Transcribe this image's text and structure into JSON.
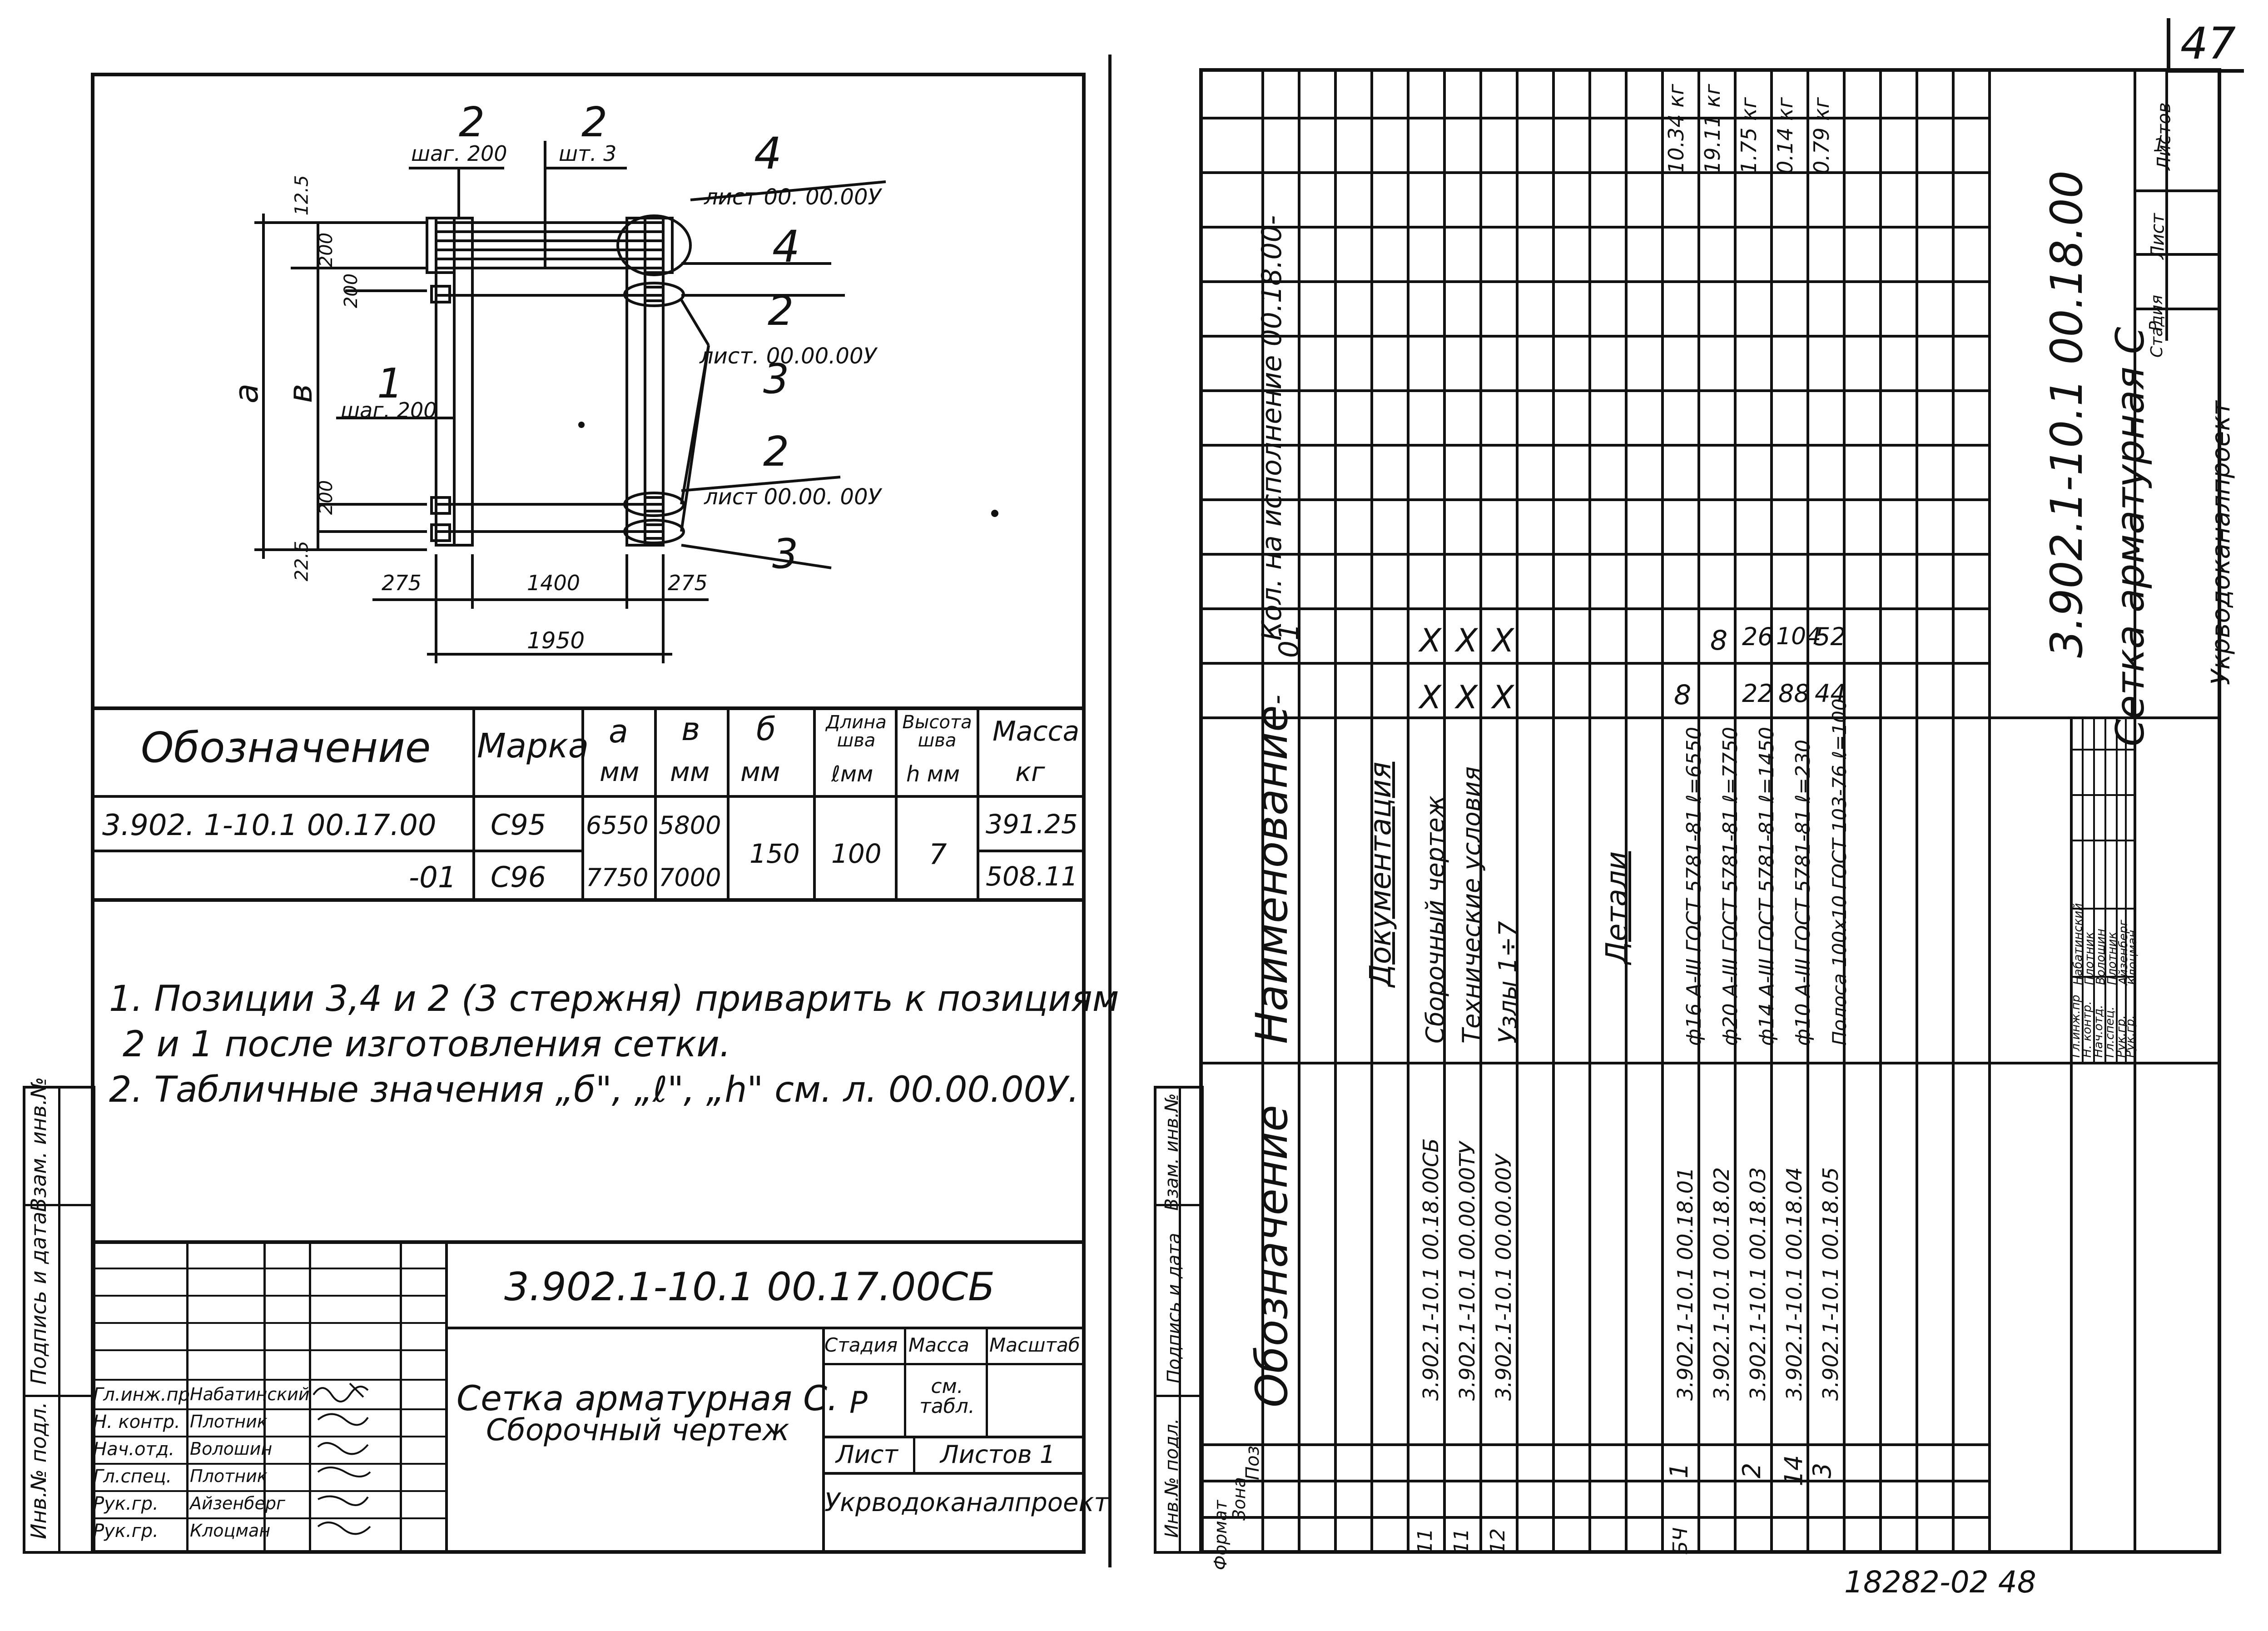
{
  "page_corner_number": "47",
  "bottom_right_note": "18282-02 48",
  "left_sheet": {
    "drawing": {
      "label_pos2_top_left": "2",
      "label_pos2_top_left_sub": "шаг. 200",
      "label_pos2_top_mid": "2",
      "label_pos2_top_mid_sub": "шт. 3",
      "label_4_top": "4",
      "label_4_top_sub": "лист 00. 00.00У",
      "label_4_mid": "4",
      "label_2_mid": "2",
      "label_2_mid_sub": "лист. 00.00.00У",
      "label_3_mid": "3",
      "label_2_low": "2",
      "label_2_low_sub": "лист 00.00. 00У",
      "label_3_low": "3",
      "label_1": "1",
      "label_1_sub": "шаг. 200",
      "dim_a": "a",
      "dim_b": "в",
      "dim_125": "12.5",
      "dim_200_a": "200",
      "dim_200_b": "200",
      "dim_200_c": "200",
      "dim_225": "22.5",
      "dim_275_l": "275",
      "dim_1400": "1400",
      "dim_275_r": "275",
      "dim_1950": "1950"
    },
    "table": {
      "h_designation": "Обозначение",
      "h_mark": "Марка",
      "h_a": "a",
      "h_a_unit": "мм",
      "h_b": "в",
      "h_b_unit": "мм",
      "h_delta": "б",
      "h_delta_unit": "мм",
      "h_weld_len": "Длина шва",
      "h_weld_len_unit": "ℓмм",
      "h_weld_h": "Высота шва",
      "h_weld_h_unit": "h мм",
      "h_mass": "Масса",
      "h_mass_unit": "кг",
      "row1_designation": "3.902. 1-10.1 00.17.00",
      "row1_mark": "С95",
      "row1_a": "6550",
      "row1_b": "5800",
      "row1_mass": "391.25",
      "row2_designation": "-01",
      "row2_mark": "С96",
      "row2_a": "7750",
      "row2_b": "7000",
      "row2_mass": "508.11",
      "shared_delta": "150",
      "shared_weld_len": "100",
      "shared_weld_h": "7"
    },
    "notes": {
      "n1_line1": "1. Позиции 3,4 и 2 (3 стержня) приварить к позициям",
      "n1_line2": "2 и 1 после изготовления сетки.",
      "n2": "2. Табличные значения „б\", „ℓ\", „h\" см. л. 00.00.00У."
    },
    "side_stamp": {
      "inv": "Инв.№ подл.",
      "sign": "Подпись и дата",
      "replace": "Взам. инв.№"
    },
    "title_block": {
      "doc_code": "3.902.1-10.1 00.17.00СБ",
      "title_line1": "Сетка арматурная С.",
      "title_line2": "Сборочный чертеж",
      "stage_h": "Стадия",
      "mass_h": "Масса",
      "scale_h": "Масштаб",
      "stage_v": "Р",
      "mass_v": "см. табл.",
      "sheet_h": "Лист",
      "sheets_h": "Листов 1",
      "org": "Укрводоканалпроект",
      "roles": [
        "Гл.инж.пр",
        "Н. контр.",
        "Нач.отд.",
        "Гл.спец.",
        "Рук.гр.",
        "Рук.гр."
      ],
      "names": [
        "Набатинский",
        "Плотник",
        "Волошин",
        "Плотник",
        "Айзенберг",
        "Клоцман"
      ]
    }
  },
  "right_sheet": {
    "side_stamp": {
      "inv": "Инв.№ подл.",
      "sign": "Подпись и дата",
      "replace": "Взам. инв.№"
    },
    "header": {
      "format": "Формат",
      "zone": "Зона",
      "pos": "Поз",
      "designation": "Обозначение",
      "name": "Наименование",
      "qty_title": "Кол. на исполнение 00.18.00-",
      "qty_col1": "-",
      "qty_col2": "01"
    },
    "section_docs": "Документация",
    "section_details": "Детали",
    "rows": [
      {
        "format": "11",
        "designation": "3.902.1-10.1 00.18.00СБ",
        "name": "Сборочный чертеж",
        "q1": "X",
        "q2": "X",
        "mass": ""
      },
      {
        "format": "11",
        "designation": "3.902.1-10.1 00.00.00ТУ",
        "name": "Технические условия",
        "q1": "X",
        "q2": "X",
        "mass": ""
      },
      {
        "format": "12",
        "designation": "3.902.1-10.1 00.00.00У",
        "name": "Узлы 1÷7",
        "q1": "X",
        "q2": "X",
        "mass": ""
      },
      {
        "format": "БЧ",
        "pos": "1",
        "designation": "3.902.1-10.1 00.18.01",
        "name": "ф16 А-III ГОСТ 5781-81 ℓ=6550",
        "q1": "8",
        "q2": "",
        "mass": "10.34 кг"
      },
      {
        "format": "",
        "pos": "",
        "designation": "3.902.1-10.1 00.18.02",
        "name": "ф20 А-III ГОСТ 5781-81 ℓ=7750",
        "q1": "",
        "q2": "8",
        "mass": "19.11 кг"
      },
      {
        "format": "",
        "pos": "2",
        "designation": "3.902.1-10.1 00.18.03",
        "name": "ф14 А-III ГОСТ 5781-81 ℓ=1450",
        "q1": "22",
        "q2": "26",
        "mass": "1.75 кг"
      },
      {
        "format": "",
        "pos": "14",
        "designation": "3.902.1-10.1 00.18.04",
        "name": "ф10 А-III ГОСТ 5781-81 ℓ=230",
        "q1": "88",
        "q2": "104",
        "mass": "0.14 кг"
      },
      {
        "format": "",
        "pos": "3",
        "designation": "3.902.1-10.1 00.18.05",
        "name": "Полоса 100х10 ГОСТ 103-76 ℓ=100",
        "q1": "44",
        "q2": "52",
        "mass": "0.79 кг"
      }
    ],
    "title_block": {
      "doc_code": "3.902.1-10.1 00.18.00",
      "title": "Сетка арматурная С",
      "stage_h": "Стадия",
      "sheet_h": "Лист",
      "sheets_h": "Листов",
      "stage_v": "Р",
      "sheets_v": "1",
      "org": "Укрводоканалпроект",
      "roles": [
        "Гл.инж.пр",
        "Н. контр.",
        "Нач.отд.",
        "Гл.спец.",
        "Рук.гр.",
        "Рук.гр."
      ],
      "names": [
        "Набатинский",
        "Плотник",
        "Волошин",
        "Плотник",
        "Айзенберг",
        "Клоцман"
      ]
    }
  }
}
